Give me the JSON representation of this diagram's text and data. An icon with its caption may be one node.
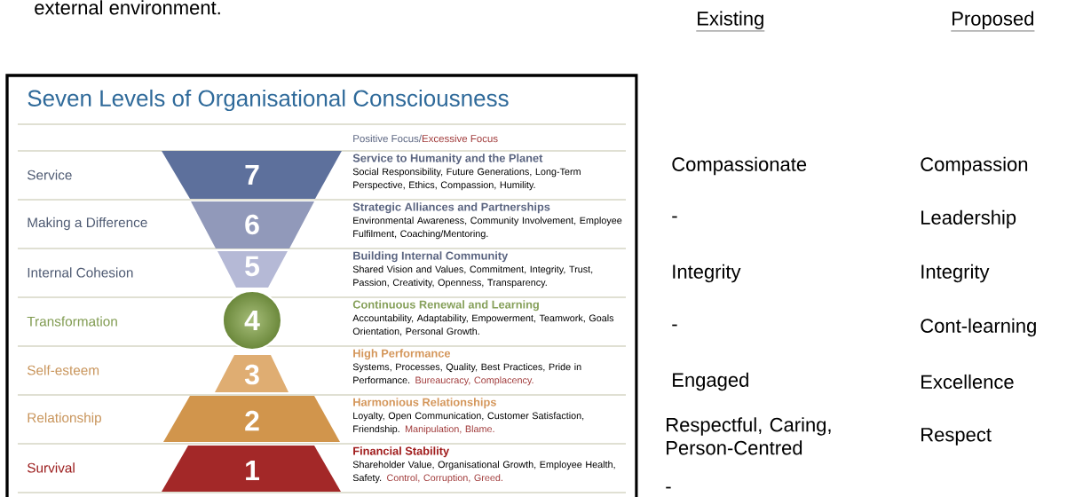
{
  "diagram": {
    "nodes": [
      {
        "text": [
          "Seven Levels of Organisational Consciousness"
        ]
      },
      {
        "text": [
          "7"
        ],
        "in": 0
      },
      {
        "text": [
          "6"
        ],
        "in": 0
      },
      {
        "text": [
          "5"
        ],
        "in": 0
      },
      {
        "text": [
          "4"
        ],
        "in": 0
      },
      {
        "text": [
          "3"
        ],
        "in": 0
      },
      {
        "text": [
          "2"
        ],
        "in": 0
      },
      {
        "text": [
          "1"
        ],
        "in": 0
      }
    ],
    "labels": [
      "external environment.",
      "Existing",
      "Proposed",
      "Positive Focus/",
      "Excessive Focus",
      "Service",
      "Service to Humanity and the Planet",
      "Social Responsibility, Future Generations, Long-Term Perspective, Ethics, Compassion, Humility.",
      "Making a Difference",
      "Strategic Alliances and Partnerships",
      "Environmental Awareness, Community Involvement, Employee Fulfilment, Coaching/Mentoring.",
      "Internal Cohesion",
      "Building Internal Community",
      "Shared Vision and Values, Commitment, Integrity, Trust, Passion, Creativity, Openness, Transparency.",
      "Transformation",
      "Continuous Renewal and Learning",
      "Accountability, Adaptability, Empowerment, Teamwork, Goals Orientation, Personal Growth.",
      "Self-esteem",
      "High Performance",
      "Systems, Processes, Quality, Best Practices, Pride in Performance.",
      "Bureaucracy, Complacency.",
      "Relationship",
      "Harmonious Relationships",
      "Loyalty, Open Communication, Customer Satisfaction, Friendship.",
      "Manipulation, Blame.",
      "Survival",
      "Financial Stability",
      "Shareholder Value, Organisational Growth, Employee Health, Safety.",
      "Control, Corruption, Greed.",
      "Compassionate",
      "Compassion",
      "-",
      "Leadership",
      "Integrity",
      "Integrity",
      "-",
      "Cont-learning",
      "Engaged",
      "Excellence",
      "Respectful, Caring, Person-Centred",
      "Respect",
      "-"
    ]
  }
}
